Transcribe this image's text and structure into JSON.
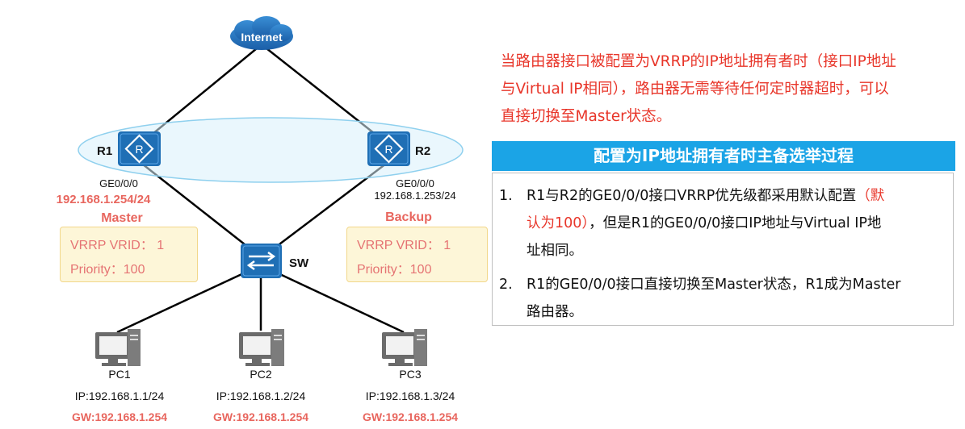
{
  "diagram": {
    "internet_label": "Internet",
    "r1": {
      "name": "R1",
      "port": "GE0/0/0",
      "ip": "192.168.1.254/24",
      "role": "Master"
    },
    "r2": {
      "name": "R2",
      "port": "GE0/0/0",
      "ip": "192.168.1.253/24",
      "role": "Backup"
    },
    "switch_label": "SW",
    "vrrp_box_left": {
      "vrid": "VRRP VRID： 1",
      "priority": "Priority：100"
    },
    "vrrp_box_right": {
      "vrid": "VRRP VRID： 1",
      "priority": "Priority：100"
    },
    "pcs": [
      {
        "name": "PC1",
        "ip": "IP:192.168.1.1/24",
        "gw": "GW:192.168.1.254"
      },
      {
        "name": "PC2",
        "ip": "IP:192.168.1.2/24",
        "gw": "GW:192.168.1.254"
      },
      {
        "name": "PC3",
        "ip": "IP:192.168.1.3/24",
        "gw": "GW:192.168.1.254"
      }
    ],
    "colors": {
      "device_blue": "#1f6fb5",
      "ellipse": "#b8e4f5",
      "label_red": "#e8665e",
      "text_red": "#e8362a",
      "title_bar": "#1ba4e6"
    }
  },
  "intro": {
    "line1": "当路由器接口被配置为VRRP的IP地址拥有者时（接口IP地址",
    "line2": "与Virtual IP相同），路由器无需等待任何定时器超时，可以",
    "line3": "直接切换至Master状态。"
  },
  "panel": {
    "title": "配置为IP地址拥有者时主备选举过程",
    "steps": [
      {
        "num": "1.",
        "l1_black": "R1与R2的GE0/0/0接口VRRP优先级都采用默认配置",
        "l1_red": "（默",
        "l2_red": "认为100）",
        "l2_black": "，但是R1的GE0/0/0接口IP地址与Virtual IP地",
        "l3": "址相同。"
      },
      {
        "num": "2.",
        "l1": "R1的GE0/0/0接口直接切换至Master状态，R1成为Master",
        "l2": "路由器。"
      }
    ]
  }
}
